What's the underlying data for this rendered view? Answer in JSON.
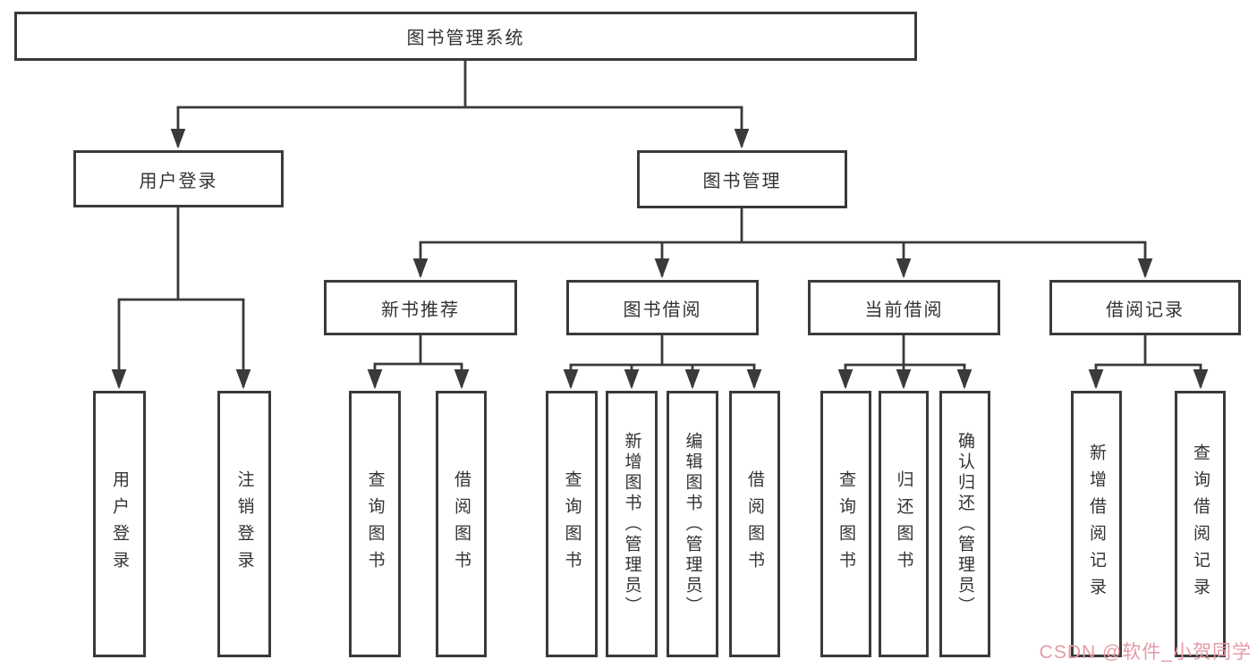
{
  "tree": {
    "root": "图书管理系统",
    "level2": {
      "user_login": "用户登录",
      "book_mgmt": "图书管理"
    },
    "level3": {
      "new_book": "新书推荐",
      "book_borrow": "图书借阅",
      "current_borrow": "当前借阅",
      "borrow_record": "借阅记录"
    },
    "leaves": {
      "user_login": [
        "用户登录",
        "注销登录"
      ],
      "new_book": [
        "查询图书",
        "借阅图书"
      ],
      "book_borrow": [
        "查询图书",
        "新增图书（管理员）",
        "编辑图书（管理员）",
        "借阅图书"
      ],
      "current_borrow": [
        "查询图书",
        "归还图书",
        "确认归还（管理员）"
      ],
      "borrow_record": [
        "新增借阅记录",
        "查询借阅记录"
      ]
    }
  },
  "watermark": {
    "text": "CSDN @软件_小贺同学",
    "color": "#e59aa5"
  },
  "colors": {
    "line": "#3a3a3a",
    "box_border": "#3a3a3a",
    "text": "#333333",
    "background": "#ffffff"
  }
}
